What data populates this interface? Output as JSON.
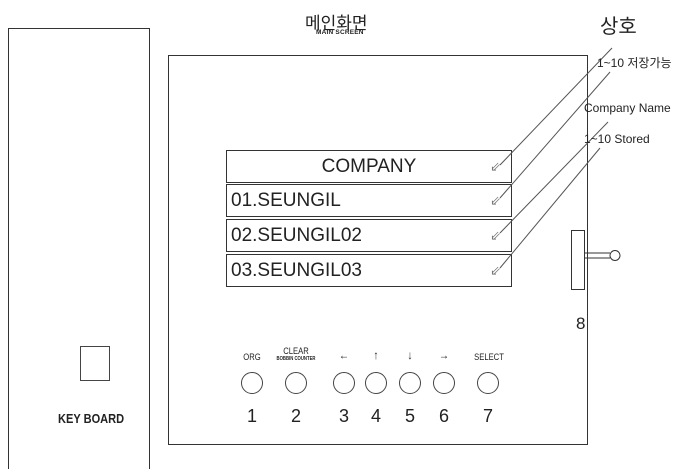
{
  "title": {
    "korean": "메인화면",
    "english": "MAIN SCREEN"
  },
  "keyboard": {
    "label": "KEY BOARD"
  },
  "screen": {
    "header": "COMPANY",
    "rows": [
      "01.SEUNGIL",
      "02.SEUNGIL02",
      "03.SEUNGIL03"
    ]
  },
  "buttons": [
    {
      "label": "ORG",
      "sublabel": "",
      "number": "1"
    },
    {
      "label": "CLEAR",
      "sublabel": "BOBBIN COUNTER",
      "number": "2"
    },
    {
      "label": "←",
      "sublabel": "",
      "number": "3"
    },
    {
      "label": "↑",
      "sublabel": "",
      "number": "4"
    },
    {
      "label": "↓",
      "sublabel": "",
      "number": "5"
    },
    {
      "label": "→",
      "sublabel": "",
      "number": "6"
    },
    {
      "label": "SELECT",
      "sublabel": "",
      "number": "7"
    }
  ],
  "switch": {
    "number": "8"
  },
  "annotations": {
    "sangho": "상호",
    "storage_kr": "1~10 저장가능",
    "company_name": "Company Name",
    "stored": "1~10 Stored"
  },
  "arrow_glyph": "⇙"
}
